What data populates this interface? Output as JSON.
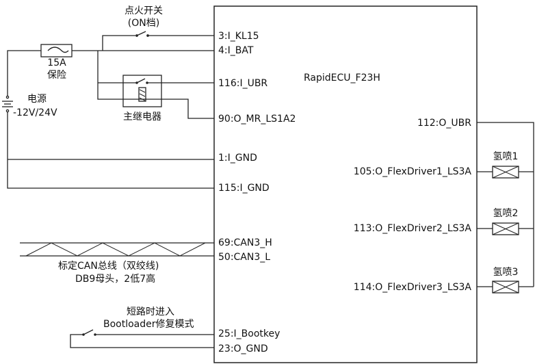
{
  "ecu": {
    "name": "RapidECU_F23H"
  },
  "left_pins": [
    {
      "label": "3:I_KL15"
    },
    {
      "label": "4:I_BAT"
    },
    {
      "label": "116:I_UBR"
    },
    {
      "label": "90:O_MR_LS1A2"
    },
    {
      "label": "1:I_GND"
    },
    {
      "label": "115:I_GND"
    },
    {
      "label": "69:CAN3_H"
    },
    {
      "label": "50:CAN3_L"
    },
    {
      "label": "25:I_Bootkey"
    },
    {
      "label": "23:O_GND"
    }
  ],
  "right_pins": [
    {
      "label": "112:O_UBR"
    },
    {
      "label": "105:O_FlexDriver1_LS3A"
    },
    {
      "label": "113:O_FlexDriver2_LS3A"
    },
    {
      "label": "114:O_FlexDriver3_LS3A"
    }
  ],
  "injectors": [
    {
      "label": "氢喷1"
    },
    {
      "label": "氢喷2"
    },
    {
      "label": "氢喷3"
    }
  ],
  "ignition_switch": {
    "line1": "点火开关",
    "line2": "(ON档)"
  },
  "fuse": {
    "rating": "15A",
    "name": "保险"
  },
  "power": {
    "name": "电源",
    "voltage": "-12V/24V"
  },
  "relay": {
    "name": "主继电器"
  },
  "can_bus": {
    "line1": "标定CAN总线（双绞线)",
    "line2": "DB9母头，2低7高"
  },
  "bootkey": {
    "line1": "短路时进入",
    "line2": "Bootloader修复模式"
  }
}
